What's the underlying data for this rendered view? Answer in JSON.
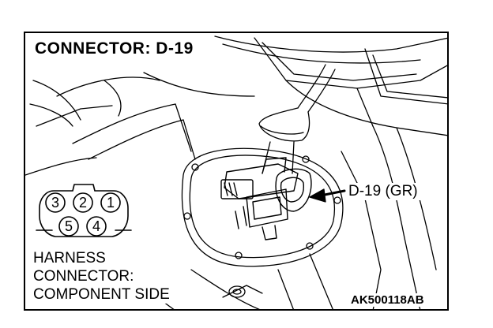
{
  "title": "CONNECTOR: D-19",
  "callout_label": "D-19 (GR)",
  "harness_label": [
    "HARNESS",
    "CONNECTOR:",
    "COMPONENT SIDE"
  ],
  "pins": {
    "top": [
      "3",
      "2",
      "1"
    ],
    "bottom": [
      "5",
      "4"
    ]
  },
  "figure_code": "AK500118AB",
  "colors": {
    "line": "#000000",
    "background": "#ffffff"
  }
}
